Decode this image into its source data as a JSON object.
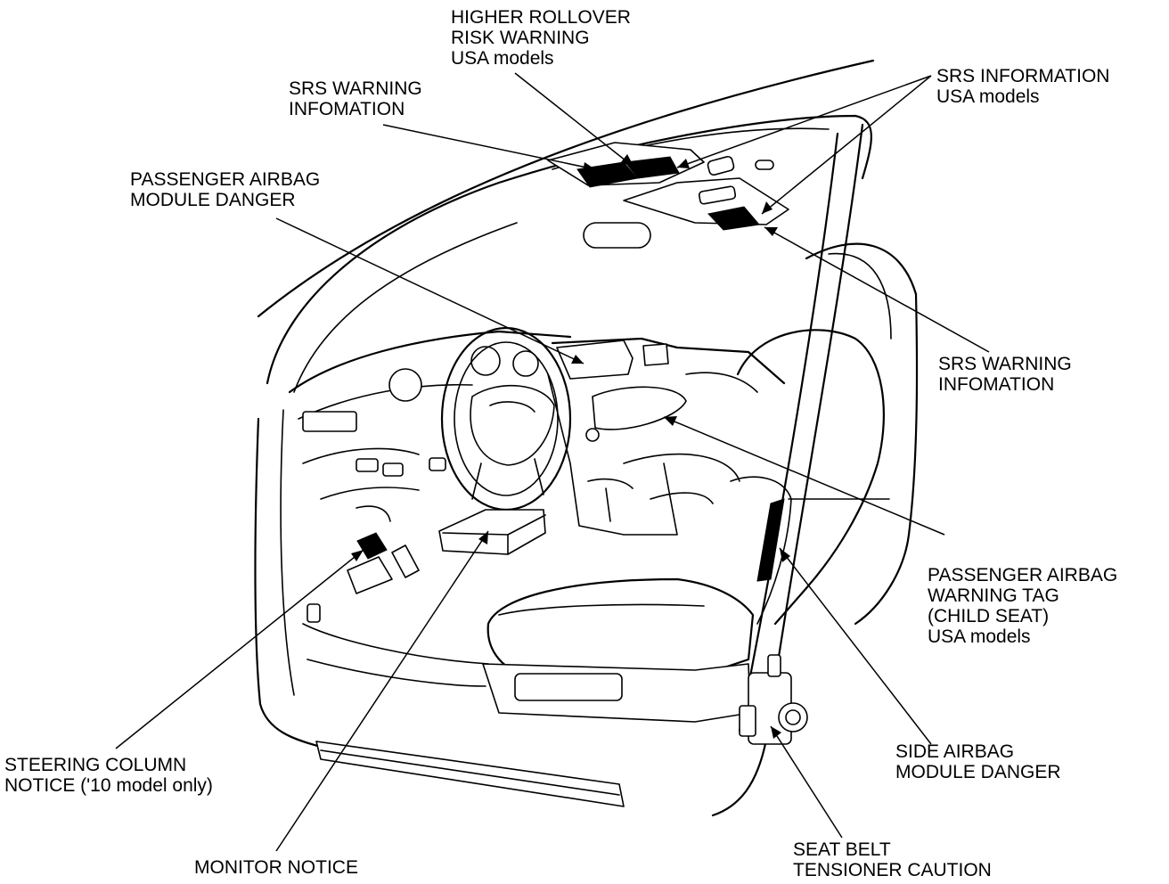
{
  "labels": {
    "higher_rollover": {
      "lines": [
        "HIGHER ROLLOVER",
        "RISK WARNING",
        "USA models"
      ]
    },
    "srs_information": {
      "lines": [
        "SRS INFORMATION",
        "USA models"
      ]
    },
    "srs_warning_top": {
      "lines": [
        "SRS WARNING",
        "INFOMATION"
      ]
    },
    "passenger_airbag_module": {
      "lines": [
        "PASSENGER AIRBAG",
        "MODULE DANGER"
      ]
    },
    "srs_warning_right": {
      "lines": [
        "SRS WARNING",
        "INFOMATION"
      ]
    },
    "passenger_airbag_tag": {
      "lines": [
        "PASSENGER AIRBAG",
        "WARNING TAG",
        "(CHILD SEAT)",
        "USA models"
      ]
    },
    "steering_column": {
      "lines": [
        "STEERING COLUMN",
        "NOTICE ('10 model only)"
      ]
    },
    "monitor_notice": {
      "lines": [
        "MONITOR NOTICE"
      ]
    },
    "side_airbag": {
      "lines": [
        "SIDE AIRBAG",
        "MODULE DANGER"
      ]
    },
    "seat_belt": {
      "lines": [
        "SEAT BELT",
        "TENSIONER CAUTION"
      ]
    }
  },
  "colors": {
    "ink": "#000000",
    "paper": "#ffffff"
  }
}
